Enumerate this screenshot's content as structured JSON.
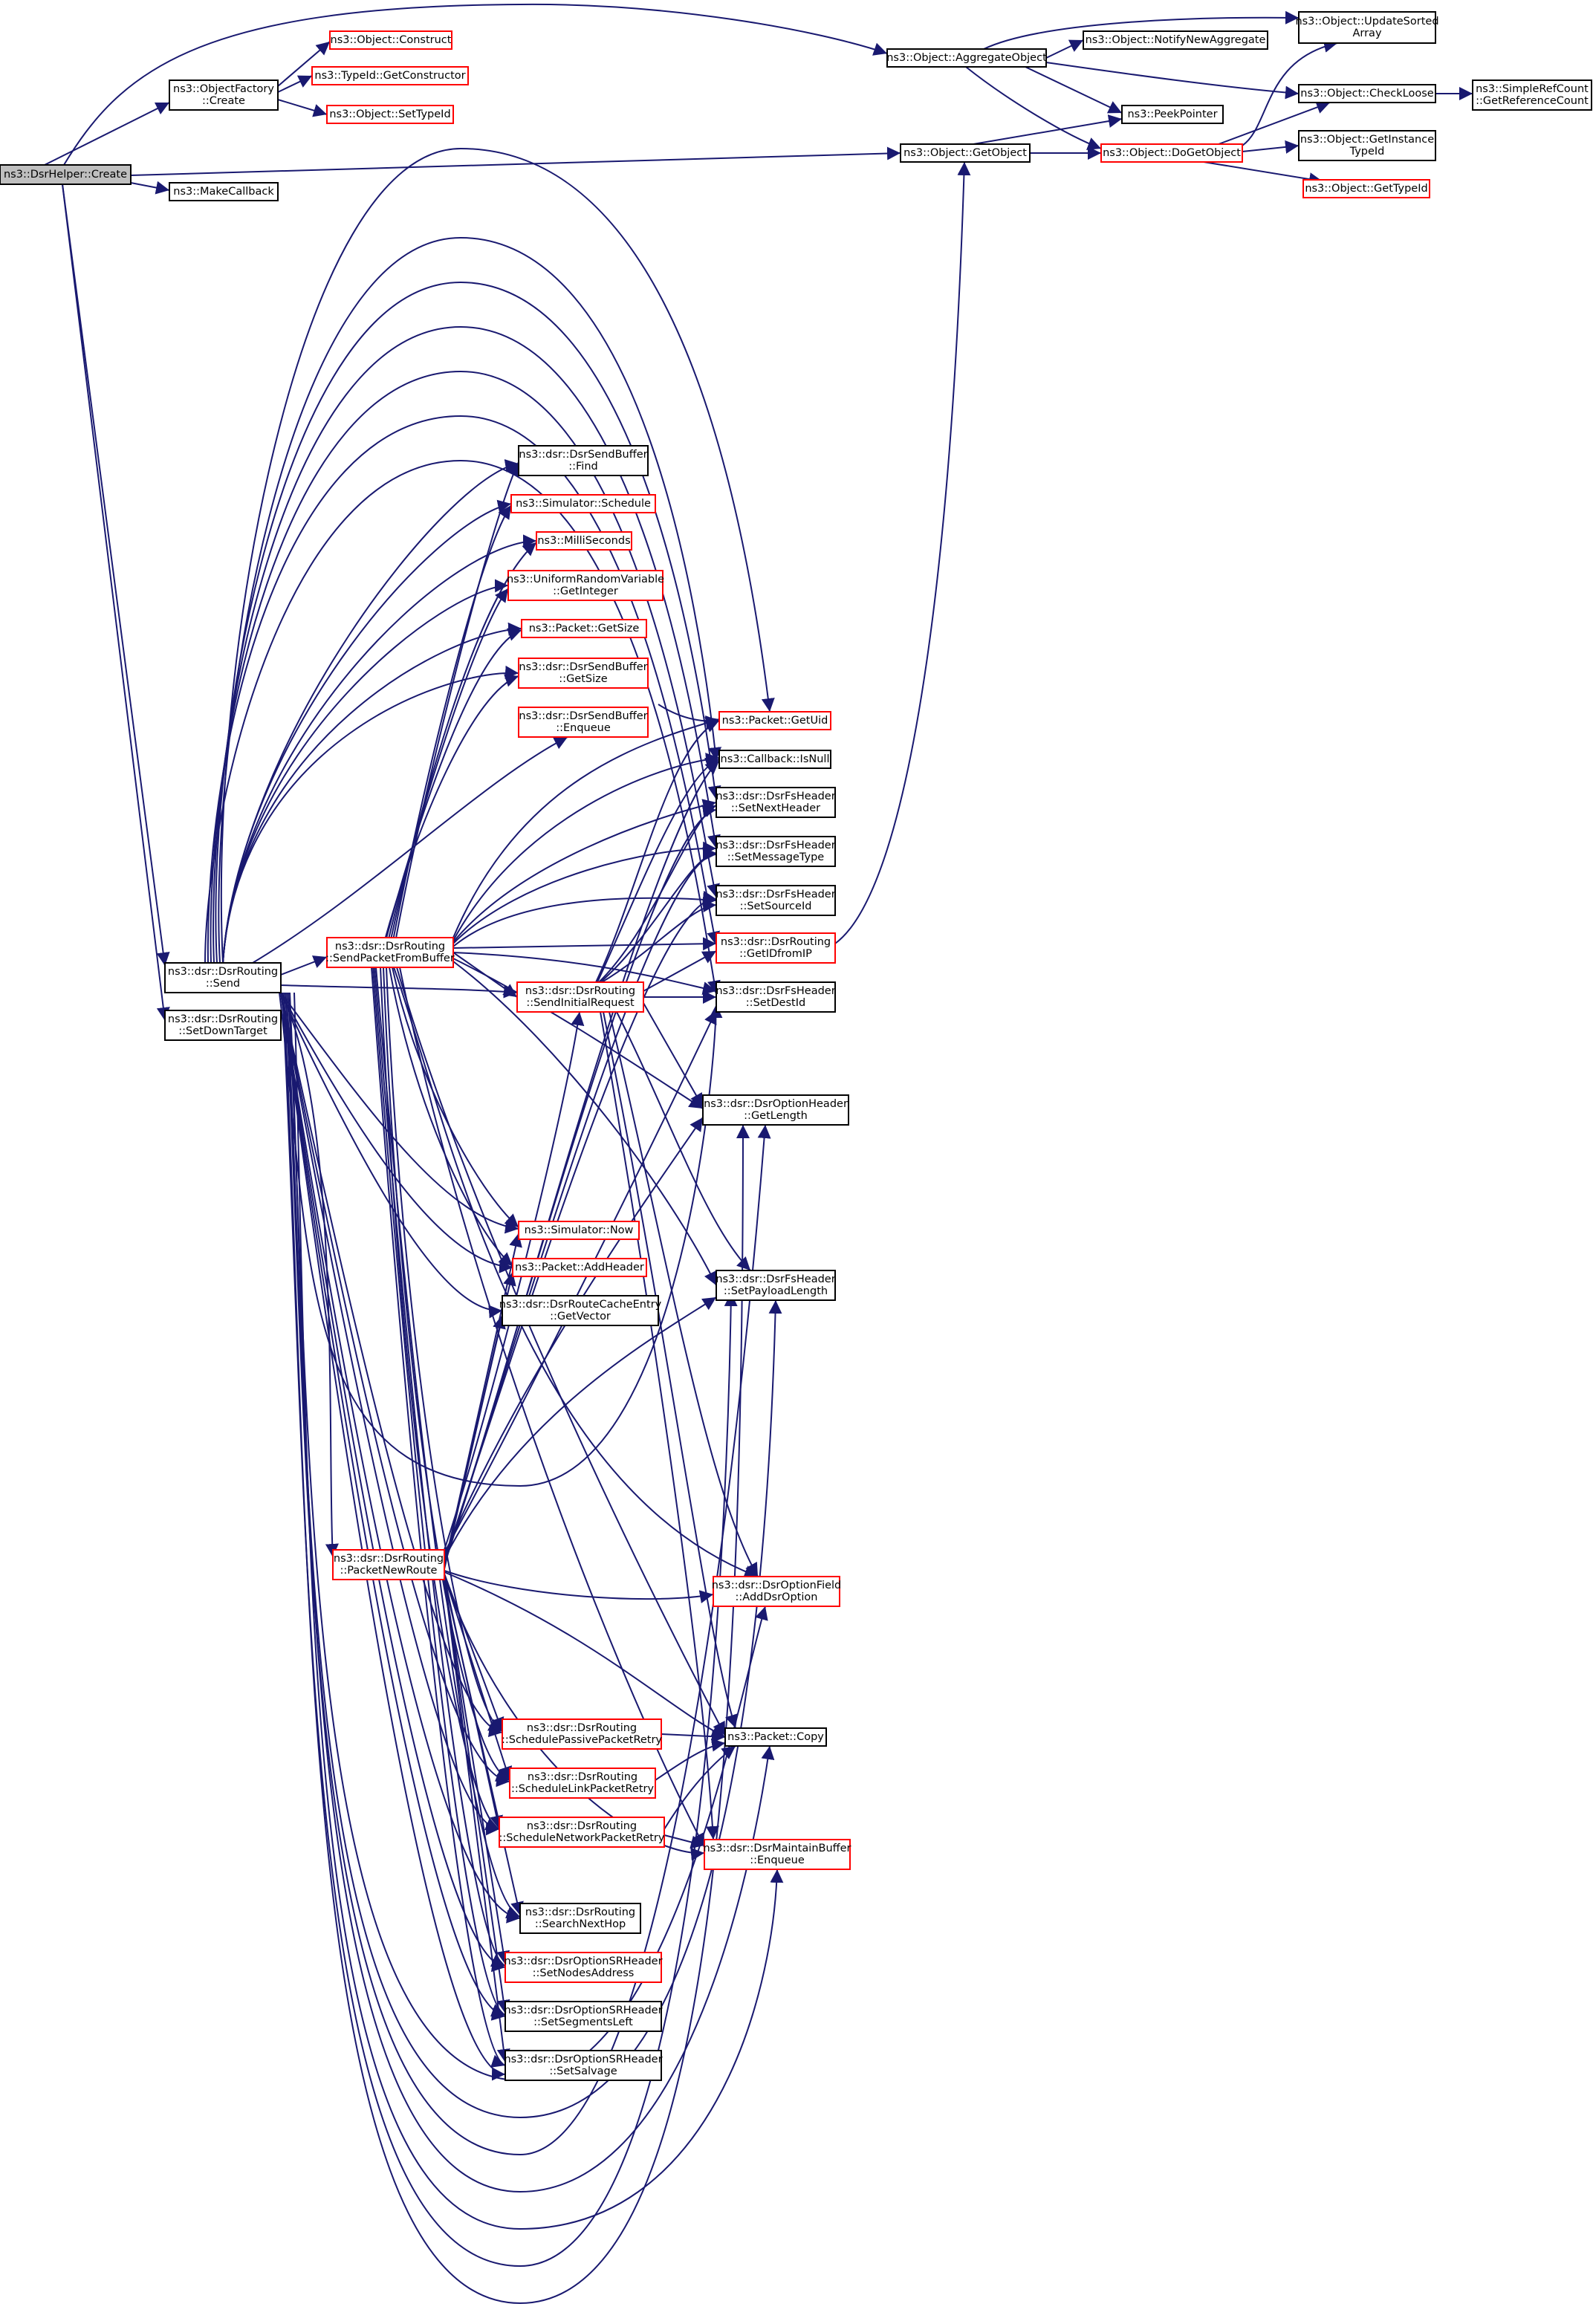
{
  "colors": {
    "edge": "#191970",
    "text": "#000000",
    "border_default": "#000000",
    "border_red": "#ff0000",
    "root_fill": "#bfbfbf"
  },
  "nodes": [
    {
      "id": "root",
      "lines": [
        "ns3::DsrHelper::Create"
      ],
      "red": false,
      "root": true
    },
    {
      "id": "objfactory",
      "lines": [
        "ns3::ObjectFactory",
        "::Create"
      ],
      "red": false
    },
    {
      "id": "construct",
      "lines": [
        "ns3::Object::Construct"
      ],
      "red": true
    },
    {
      "id": "getconstructor",
      "lines": [
        "ns3::TypeId::GetConstructor"
      ],
      "red": true
    },
    {
      "id": "settypeid",
      "lines": [
        "ns3::Object::SetTypeId"
      ],
      "red": true
    },
    {
      "id": "makecallback",
      "lines": [
        "ns3::MakeCallback"
      ],
      "red": false
    },
    {
      "id": "aggregate",
      "lines": [
        "ns3::Object::AggregateObject"
      ],
      "red": false
    },
    {
      "id": "notifynewagg",
      "lines": [
        "ns3::Object::NotifyNewAggregate"
      ],
      "red": false
    },
    {
      "id": "updatesorted",
      "lines": [
        "ns3::Object::UpdateSorted",
        "Array"
      ],
      "red": false
    },
    {
      "id": "checkloose",
      "lines": [
        "ns3::Object::CheckLoose"
      ],
      "red": false
    },
    {
      "id": "getrefcount",
      "lines": [
        "ns3::SimpleRefCount",
        "::GetReferenceCount"
      ],
      "red": false
    },
    {
      "id": "peekpointer",
      "lines": [
        "ns3::PeekPointer"
      ],
      "red": false
    },
    {
      "id": "getobject",
      "lines": [
        "ns3::Object::GetObject"
      ],
      "red": false
    },
    {
      "id": "dogetobject",
      "lines": [
        "ns3::Object::DoGetObject"
      ],
      "red": true
    },
    {
      "id": "getinstancetypeid",
      "lines": [
        "ns3::Object::GetInstance",
        "TypeId"
      ],
      "red": false
    },
    {
      "id": "gettypeid",
      "lines": [
        "ns3::Object::GetTypeId"
      ],
      "red": true
    },
    {
      "id": "find",
      "lines": [
        "ns3::dsr::DsrSendBuffer",
        "::Find"
      ],
      "red": false
    },
    {
      "id": "schedule",
      "lines": [
        "ns3::Simulator::Schedule"
      ],
      "red": true
    },
    {
      "id": "milliseconds",
      "lines": [
        "ns3::MilliSeconds"
      ],
      "red": true
    },
    {
      "id": "getinteger",
      "lines": [
        "ns3::UniformRandomVariable",
        "::GetInteger"
      ],
      "red": true
    },
    {
      "id": "packetgetsize",
      "lines": [
        "ns3::Packet::GetSize"
      ],
      "red": true
    },
    {
      "id": "sendbufgetsize",
      "lines": [
        "ns3::dsr::DsrSendBuffer",
        "::GetSize"
      ],
      "red": true
    },
    {
      "id": "sendbufenqueue",
      "lines": [
        "ns3::dsr::DsrSendBuffer",
        "::Enqueue"
      ],
      "red": true
    },
    {
      "id": "getuid",
      "lines": [
        "ns3::Packet::GetUid"
      ],
      "red": true
    },
    {
      "id": "isnull",
      "lines": [
        "ns3::Callback::IsNull"
      ],
      "red": false
    },
    {
      "id": "setnextheader",
      "lines": [
        "ns3::dsr::DsrFsHeader",
        "::SetNextHeader"
      ],
      "red": false
    },
    {
      "id": "setmessagetype",
      "lines": [
        "ns3::dsr::DsrFsHeader",
        "::SetMessageType"
      ],
      "red": false
    },
    {
      "id": "setsourceid",
      "lines": [
        "ns3::dsr::DsrFsHeader",
        "::SetSourceId"
      ],
      "red": false
    },
    {
      "id": "sendpktfrombuf",
      "lines": [
        "ns3::dsr::DsrRouting",
        "::SendPacketFromBuffer"
      ],
      "red": true
    },
    {
      "id": "getidfromip",
      "lines": [
        "ns3::dsr::DsrRouting",
        "::GetIDfromIP"
      ],
      "red": true
    },
    {
      "id": "send",
      "lines": [
        "ns3::dsr::DsrRouting",
        "::Send"
      ],
      "red": false
    },
    {
      "id": "setdowntarget",
      "lines": [
        "ns3::dsr::DsrRouting",
        "::SetDownTarget"
      ],
      "red": false
    },
    {
      "id": "sendinitreq",
      "lines": [
        "ns3::dsr::DsrRouting",
        "::SendInitialRequest"
      ],
      "red": true
    },
    {
      "id": "setdestid",
      "lines": [
        "ns3::dsr::DsrFsHeader",
        "::SetDestId"
      ],
      "red": false
    },
    {
      "id": "getlength",
      "lines": [
        "ns3::dsr::DsrOptionHeader",
        "::GetLength"
      ],
      "red": false
    },
    {
      "id": "simnow",
      "lines": [
        "ns3::Simulator::Now"
      ],
      "red": true
    },
    {
      "id": "addheader",
      "lines": [
        "ns3::Packet::AddHeader"
      ],
      "red": true
    },
    {
      "id": "getvector",
      "lines": [
        "ns3::dsr::DsrRouteCacheEntry",
        "::GetVector"
      ],
      "red": false
    },
    {
      "id": "setpayloadlength",
      "lines": [
        "ns3::dsr::DsrFsHeader",
        "::SetPayloadLength"
      ],
      "red": false
    },
    {
      "id": "packetnewroute",
      "lines": [
        "ns3::dsr::DsrRouting",
        "::PacketNewRoute"
      ],
      "red": true
    },
    {
      "id": "adddsroption",
      "lines": [
        "ns3::dsr::DsrOptionField",
        "::AddDsrOption"
      ],
      "red": true
    },
    {
      "id": "schedpassive",
      "lines": [
        "ns3::dsr::DsrRouting",
        "::SchedulePassivePacketRetry"
      ],
      "red": true
    },
    {
      "id": "packetcopy",
      "lines": [
        "ns3::Packet::Copy"
      ],
      "red": false
    },
    {
      "id": "schedlink",
      "lines": [
        "ns3::dsr::DsrRouting",
        "::ScheduleLinkPacketRetry"
      ],
      "red": true
    },
    {
      "id": "schednetwork",
      "lines": [
        "ns3::dsr::DsrRouting",
        "::ScheduleNetworkPacketRetry"
      ],
      "red": true
    },
    {
      "id": "maintenqueue",
      "lines": [
        "ns3::dsr::DsrMaintainBuffer",
        "::Enqueue"
      ],
      "red": true
    },
    {
      "id": "searchnexthop",
      "lines": [
        "ns3::dsr::DsrRouting",
        "::SearchNextHop"
      ],
      "red": false
    },
    {
      "id": "setnodesaddr",
      "lines": [
        "ns3::dsr::DsrOptionSRHeader",
        "::SetNodesAddress"
      ],
      "red": true
    },
    {
      "id": "setsegments",
      "lines": [
        "ns3::dsr::DsrOptionSRHeader",
        "::SetSegmentsLeft"
      ],
      "red": false
    },
    {
      "id": "setsalvage",
      "lines": [
        "ns3::dsr::DsrOptionSRHeader",
        "::SetSalvage"
      ],
      "red": false
    }
  ]
}
